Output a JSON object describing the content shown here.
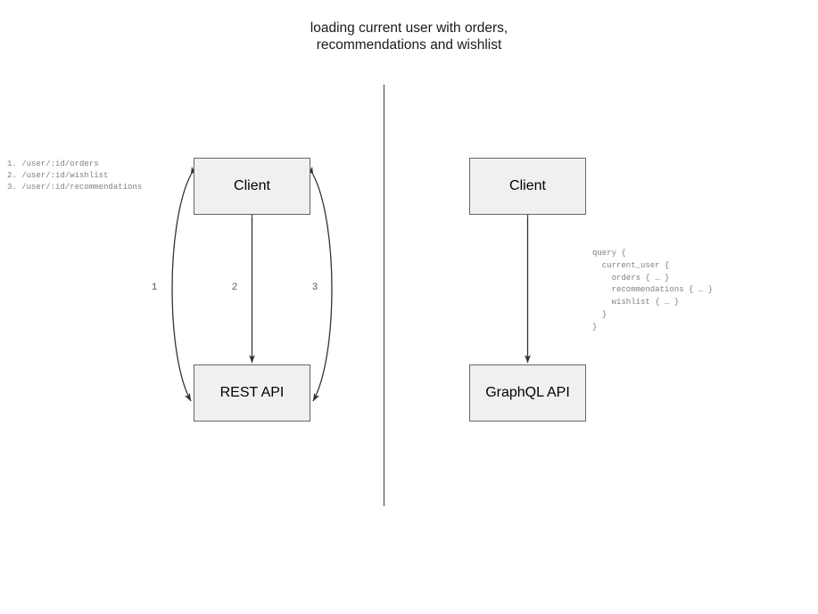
{
  "diagram": {
    "title": "loading current user with orders,\nrecommendations and wishlist",
    "left_panel": {
      "client_label": "Client",
      "api_label": "REST API",
      "endpoints": "1. /user/:id/orders\n2. /user/:id/wishlist\n3. /user/:id/recommendations",
      "edge_labels": [
        "1",
        "2",
        "3"
      ]
    },
    "right_panel": {
      "client_label": "Client",
      "api_label": "GraphQL API",
      "query": "query {\n  current_user {\n    orders { … }\n    recommendations { … }\n    wishlist { … }\n  }\n}"
    },
    "colors": {
      "node_fill": "#f0f0f0",
      "node_border": "#666666",
      "arrow": "#333333",
      "divider": "#666666",
      "annotation_text": "#808080"
    }
  }
}
